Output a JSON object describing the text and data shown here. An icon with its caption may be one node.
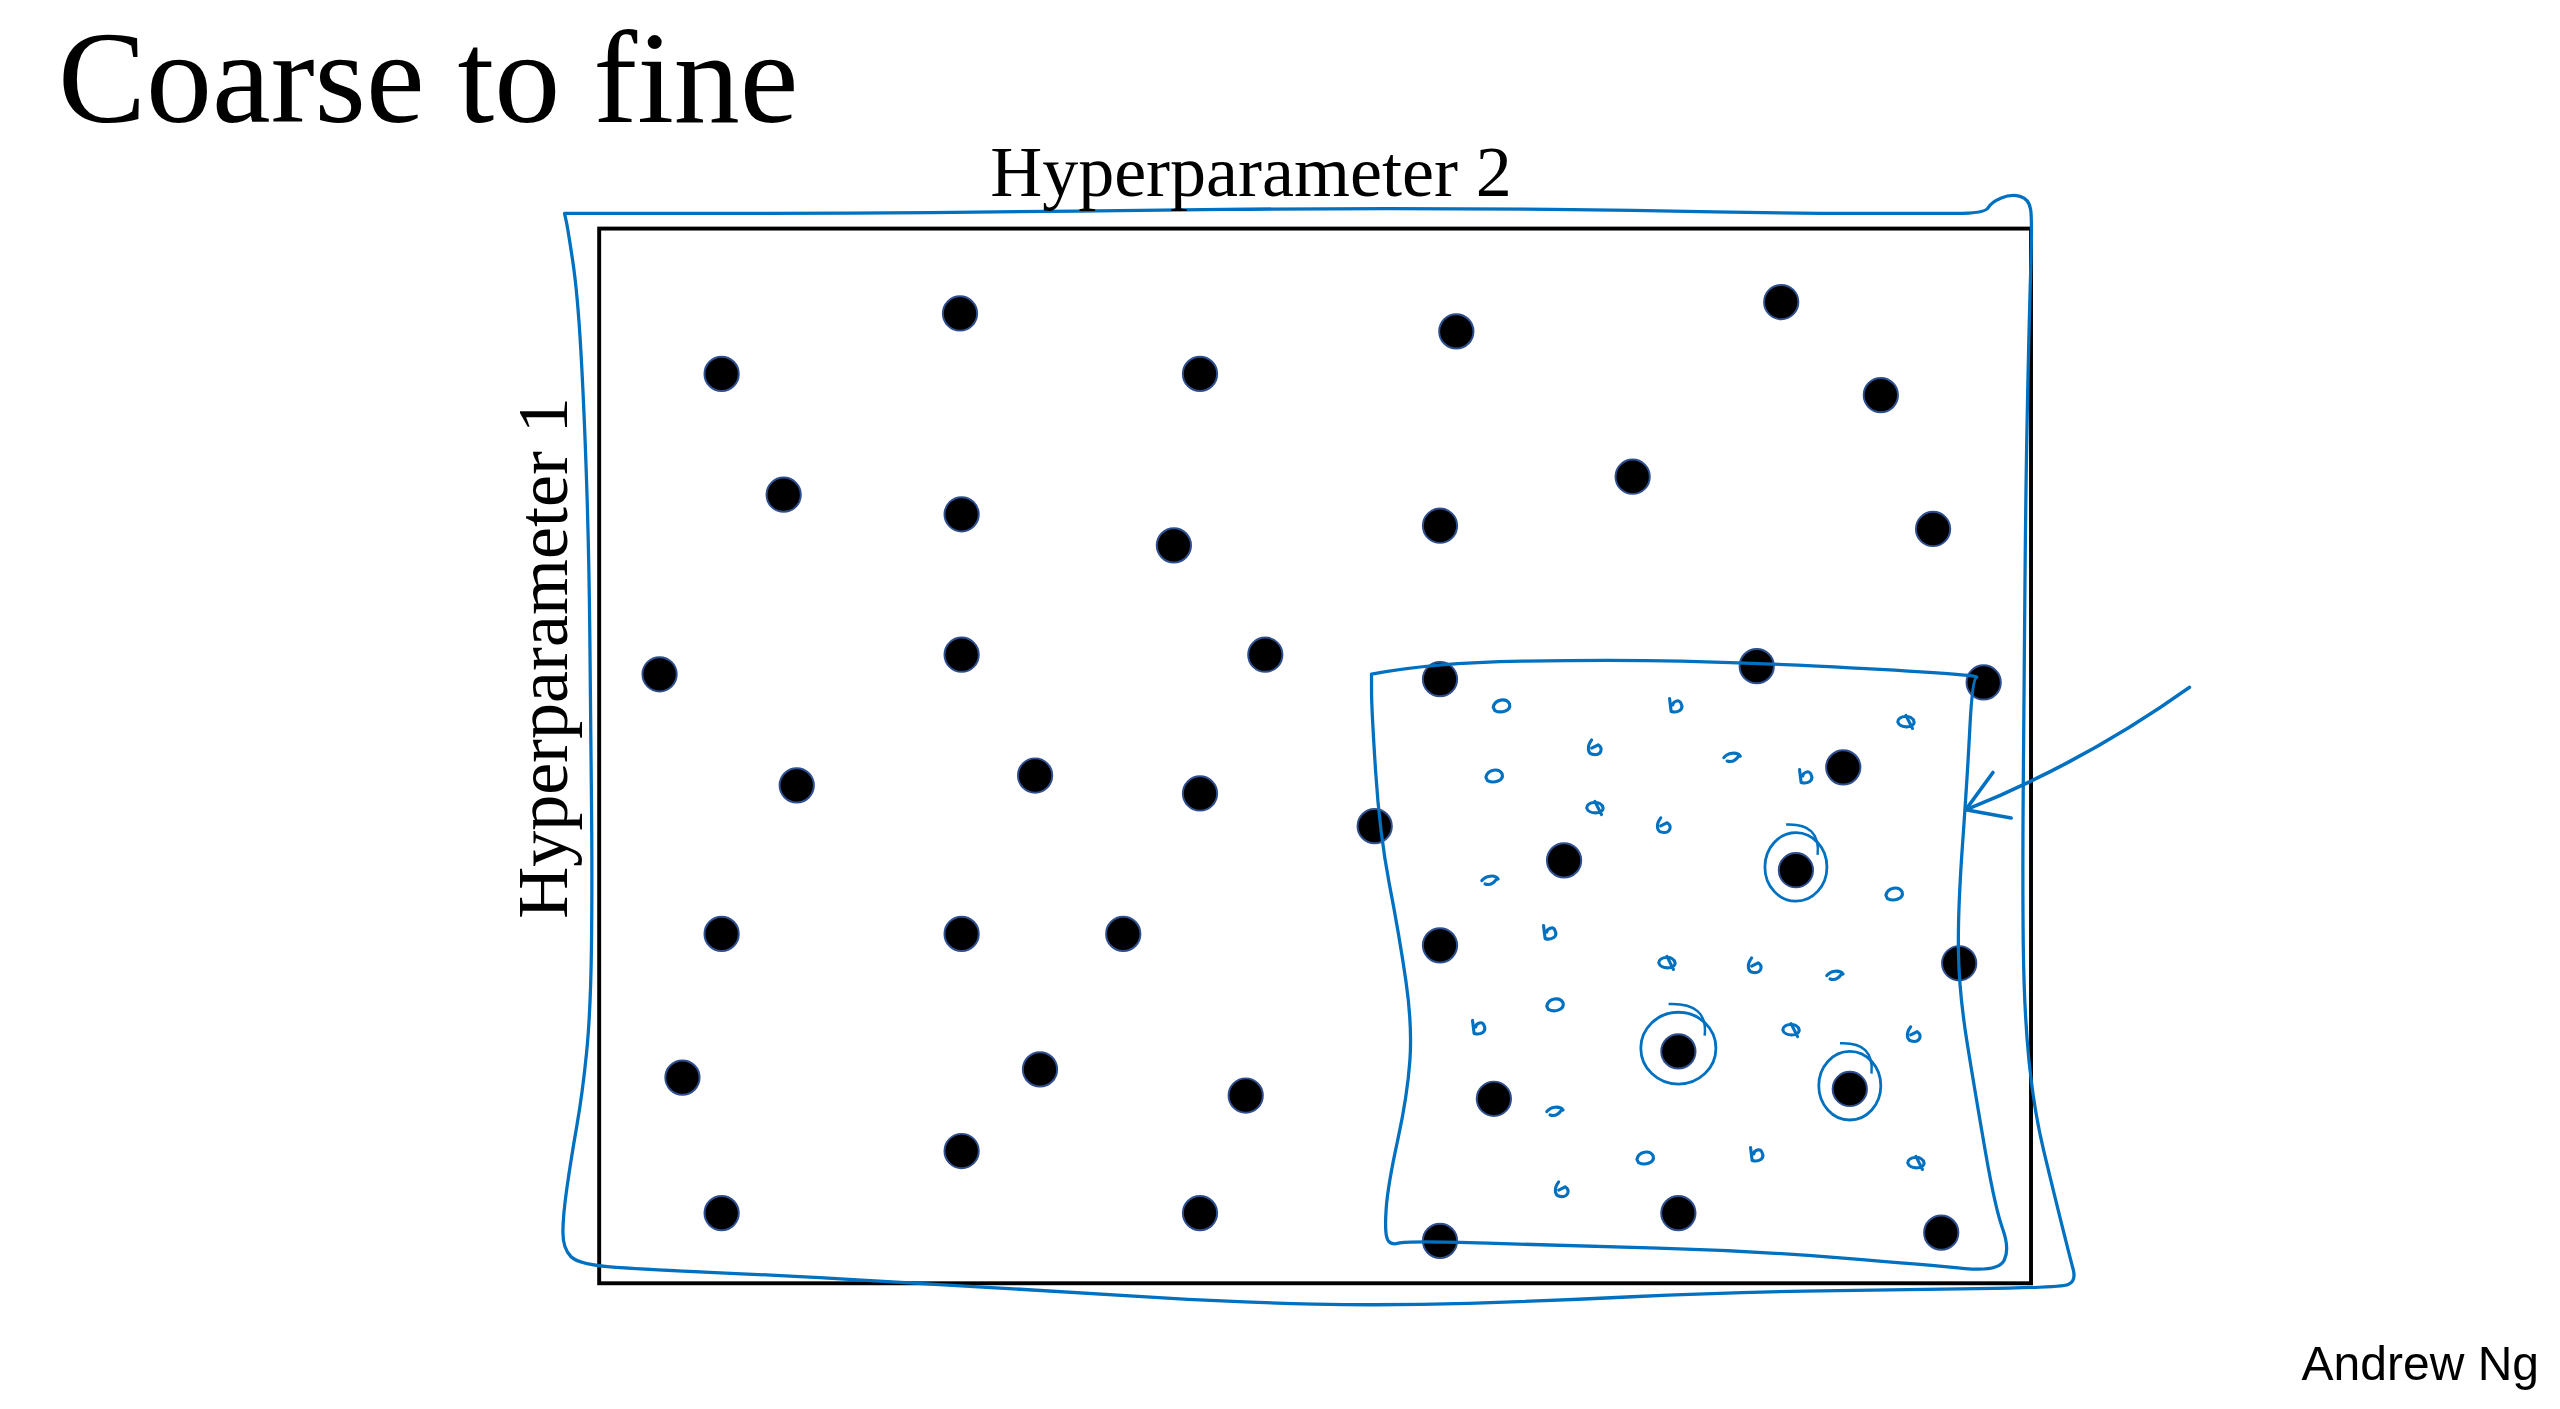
{
  "diagram": {
    "title": "Coarse to fine",
    "nodes": [
      {
        "text": [],
        "shape": "box"
      },
      {
        "text": [],
        "shape": "box",
        "in": 0
      }
    ],
    "edges": [
      {
        "from": null,
        "to": 1,
        "arrow": "to"
      }
    ],
    "labels": [
      "Hyperparameter 2",
      "Hyperparameter 1",
      "Andrew Ng"
    ]
  }
}
